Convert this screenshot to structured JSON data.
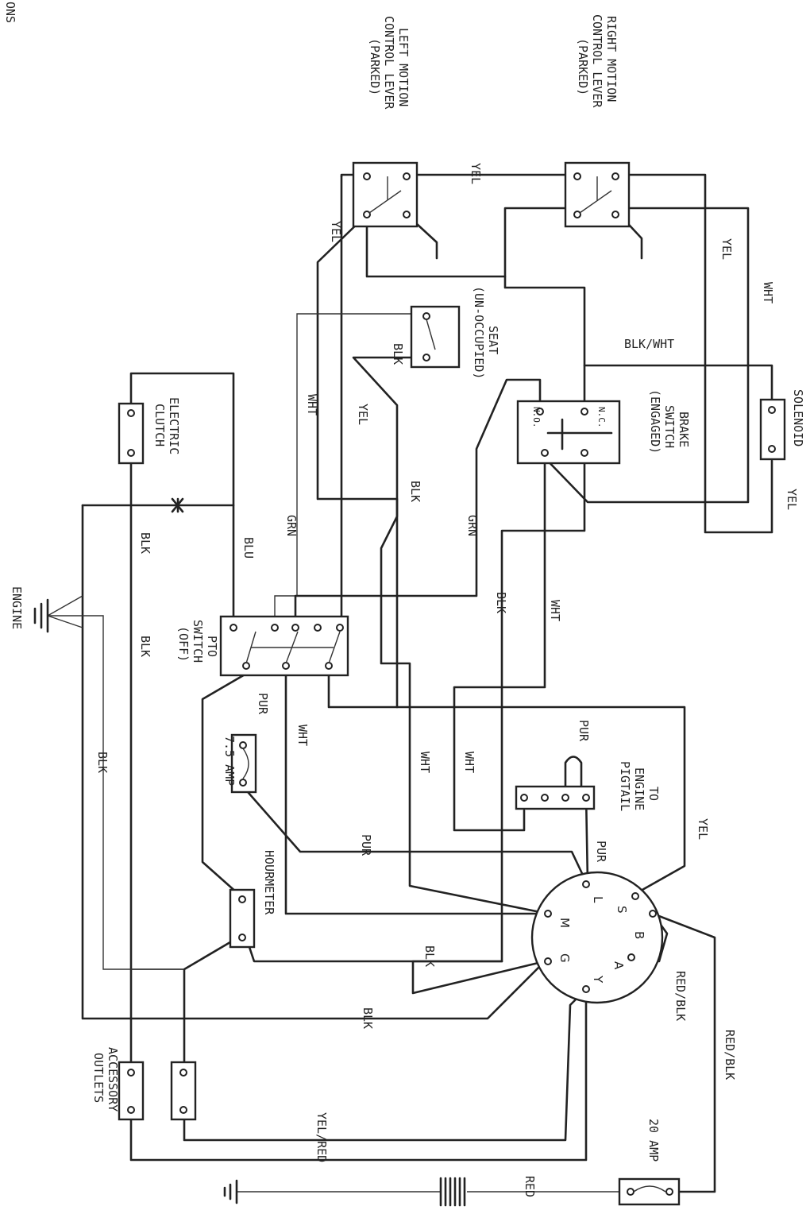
{
  "corner_text": "ONS",
  "components": {
    "left_motion": [
      "LEFT MOTION",
      "CONTROL LEVER",
      "(PARKED)"
    ],
    "right_motion": [
      "RIGHT MOTION",
      "CONTROL LEVER",
      "(PARKED)"
    ],
    "seat": [
      "SEAT",
      "(UN-OCCUPIED)"
    ],
    "brake": [
      "BRAKE",
      "SWITCH",
      "(ENGAGED)"
    ],
    "solenoid": [
      "SOLENOID"
    ],
    "clutch": [
      "ELECTRIC",
      "CLUTCH"
    ],
    "pto": [
      "PTO",
      "SWITCH",
      "(OFF)"
    ],
    "engine": [
      "ENGINE"
    ],
    "pigtail": [
      "TO",
      "ENGINE",
      "PIGTAIL"
    ],
    "hourmeter": [
      "HOURMETER"
    ],
    "outlets": [
      "ACCESSORY",
      "OUTLETS"
    ],
    "fuse_small": [
      "7.5 AMP"
    ],
    "fuse_main": [
      "20 AMP"
    ]
  },
  "brake_contacts": {
    "nc": "N.C.",
    "no": "N.O."
  },
  "ignition_terminals": [
    "S",
    "B",
    "A",
    "L",
    "M",
    "G",
    "Y"
  ],
  "wire_labels": {
    "yel_top": "YEL",
    "yel_left": "YEL",
    "yel_right": "YEL",
    "wht_right": "WHT",
    "blk_wht": "BLK/WHT",
    "yel_solenoid": "YEL",
    "blk_seat": "BLK",
    "wht_seat": "WHT",
    "yel_mid": "YEL",
    "blk_mid": "BLK",
    "grn_left": "GRN",
    "grn_right": "GRN",
    "blk_brake": "BLK",
    "wht_brake": "WHT",
    "blu": "BLU",
    "blk_clutch1": "BLK",
    "blk_clutch2": "BLK",
    "blk_engine": "BLK",
    "pur_pto": "PUR",
    "wht_pto": "WHT",
    "wht_mid1": "WHT",
    "wht_mid2": "WHT",
    "pur_pigtail": "PUR",
    "pur_l": "PUR",
    "pur_fuse": "PUR",
    "yel_s": "YEL",
    "blk_g": "BLK",
    "blk_bottom": "BLK",
    "red_blk_a": "RED/BLK",
    "red_blk_b": "RED/BLK",
    "yel_red": "YEL/RED",
    "red": "RED"
  }
}
